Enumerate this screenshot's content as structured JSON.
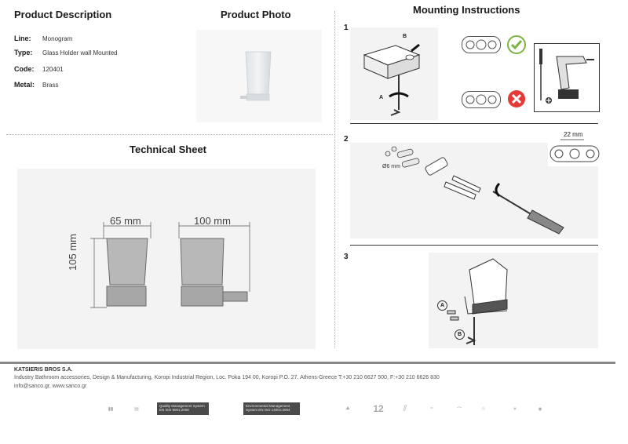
{
  "product": {
    "section_title": "Product Description",
    "specs": [
      {
        "label": "Line:",
        "value": "Monogram"
      },
      {
        "label": "Type:",
        "value": "Glass Holder wall Mounted"
      },
      {
        "label": "Code:",
        "value": "120401"
      },
      {
        "label": "Metal:",
        "value": "Brass"
      }
    ]
  },
  "photo": {
    "section_title": "Product Photo"
  },
  "technical": {
    "section_title": "Technical Sheet",
    "dim_width": "65 mm",
    "dim_depth": "100 mm",
    "dim_height": "105 mm"
  },
  "mounting": {
    "section_title": "Mounting Instructions",
    "steps": [
      "1",
      "2",
      "3"
    ],
    "label_b": "B",
    "label_a": "A",
    "drill_size": "Ø6 mm",
    "spacing": "22 mm"
  },
  "footer": {
    "company": "KATSIERIS BROS S.A.",
    "address": "Industry Bathroom accessories, Design & Manufacturing, Koropi Industrial Region, Loc. Poka 194 00, Koropi P.O. 27. Athens-Greece   T:+30 210 6627 500, F:+30 210 6626 830",
    "contact": "info@sanco.gr, www.sanco.gr",
    "cert1": "Quality Management System EN ISO 9001:2008",
    "cert2": "Environmental Management System EN ISO 14001:2004",
    "warranty_years": "12"
  }
}
